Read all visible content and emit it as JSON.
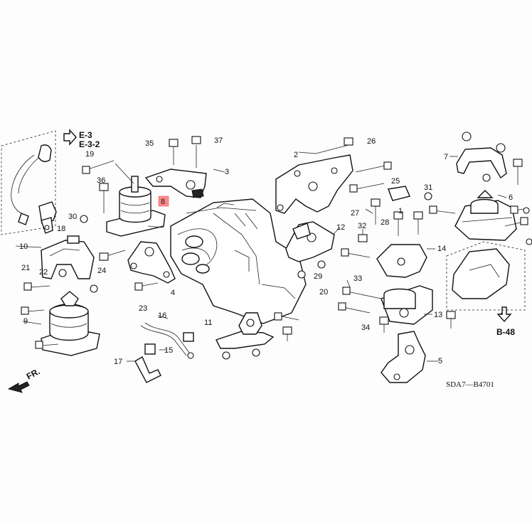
{
  "diagram": {
    "refs": {
      "e3": "E-3",
      "e32": "E-3-2",
      "b48": "B-48",
      "fr": "FR."
    },
    "code": "SDA7—B4701",
    "callouts": [
      "1",
      "2",
      "3",
      "4",
      "5",
      "6",
      "7",
      "8",
      "9",
      "10",
      "11",
      "12",
      "13",
      "14",
      "15",
      "16",
      "17",
      "18",
      "19",
      "20",
      "21",
      "22",
      "23",
      "24",
      "25",
      "26",
      "27",
      "28",
      "29",
      "30",
      "31",
      "32",
      "33",
      "34",
      "35",
      "36",
      "37"
    ],
    "highlighted_callout": "8",
    "highlight_color": "#ff8a8a"
  }
}
